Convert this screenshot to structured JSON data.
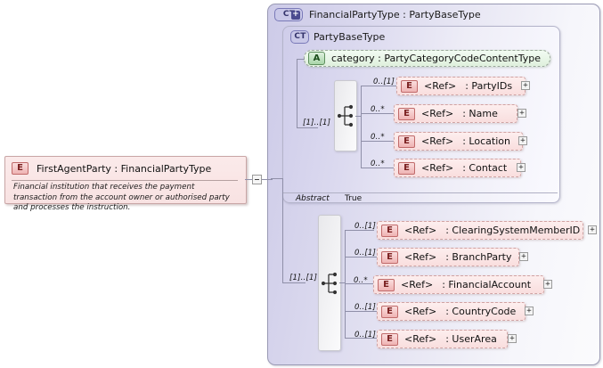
{
  "diagram": {
    "title": "XSD element diagram for FirstAgentParty",
    "root_element": {
      "icon": "element-badge",
      "badge": "E",
      "name": "FirstAgentParty",
      "separator": ":",
      "type": "FinancialPartyType",
      "label": "FirstAgentParty : FinancialPartyType",
      "documentation": "Financial institution that receives the payment transaction from the account  owner or authorised party and processes the instruction.",
      "collapse_icon": "minus-icon"
    },
    "outer_type": {
      "badge": "CT",
      "badge_expand": "+",
      "label": "FinancialPartyType : PartyBaseType",
      "name": "FinancialPartyType",
      "base": "PartyBaseType"
    },
    "inner_type": {
      "badge": "CT",
      "label": "PartyBaseType",
      "abstract_key": "Abstract",
      "abstract_value": "True"
    },
    "attribute": {
      "badge": "A",
      "label": "category : PartyCategoryCodeContentType",
      "name": "category",
      "type": "PartyCategoryCodeContentType"
    },
    "sequences": [
      {
        "name": "inner-sequence",
        "cardinality": "[1]..[1]",
        "icon": "sequence-icon"
      },
      {
        "name": "outer-sequence",
        "cardinality": "[1]..[1]",
        "icon": "sequence-icon"
      }
    ],
    "inner_elements": [
      {
        "badge": "E",
        "cardinality": "0..[1]",
        "ref": "<Ref>",
        "name": ": PartyIDs",
        "expand": "+"
      },
      {
        "badge": "E",
        "cardinality": "0..*",
        "ref": "<Ref>",
        "name": ": Name",
        "expand": "+"
      },
      {
        "badge": "E",
        "cardinality": "0..*",
        "ref": "<Ref>",
        "name": ": Location",
        "expand": "+"
      },
      {
        "badge": "E",
        "cardinality": "0..*",
        "ref": "<Ref>",
        "name": ": Contact",
        "expand": "+"
      }
    ],
    "outer_elements": [
      {
        "badge": "E",
        "cardinality": "0..[1]",
        "ref": "<Ref>",
        "name": ": ClearingSystemMemberID",
        "expand": "+"
      },
      {
        "badge": "E",
        "cardinality": "0..[1]",
        "ref": "<Ref>",
        "name": ": BranchParty",
        "expand": "+"
      },
      {
        "badge": "E",
        "cardinality": "0..*",
        "ref": "<Ref>",
        "name": ": FinancialAccount",
        "expand": "+"
      },
      {
        "badge": "E",
        "cardinality": "0..[1]",
        "ref": "<Ref>",
        "name": ": CountryCode",
        "expand": "+"
      },
      {
        "badge": "E",
        "cardinality": "0..[1]",
        "ref": "<Ref>",
        "name": ": UserArea",
        "expand": "+"
      }
    ],
    "colors": {
      "element_fill": "#f9dede",
      "element_border": "#d0a3a3",
      "attribute_fill": "#dff0dd",
      "attribute_border": "#9aa89a",
      "container_fill": "#d6d4ec",
      "container_border": "#9a9ab4",
      "line": "#8f8fa8"
    }
  }
}
